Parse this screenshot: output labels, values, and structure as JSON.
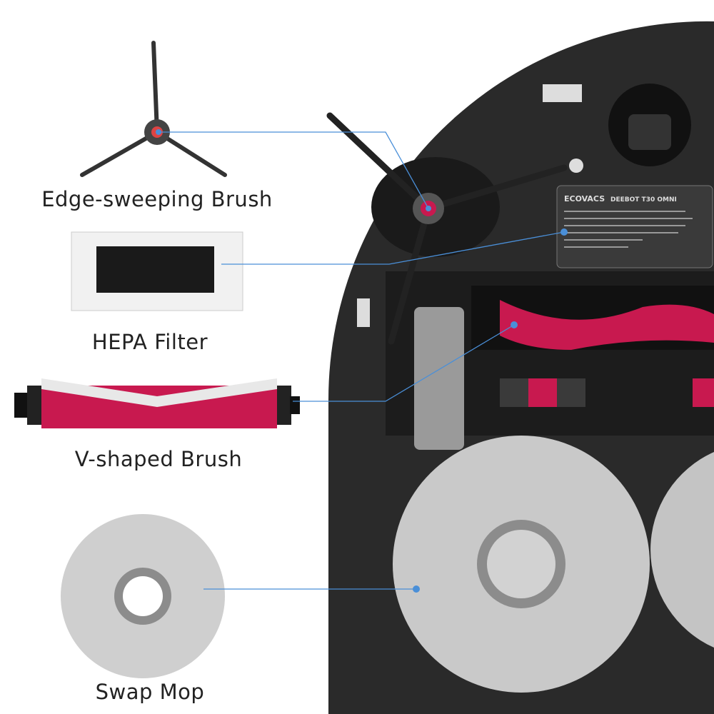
{
  "parts": [
    {
      "label": "Edge-sweeping Brush"
    },
    {
      "label": "HEPA Filter"
    },
    {
      "label": "V-shaped Brush"
    },
    {
      "label": "Swap Mop"
    }
  ],
  "robot_label": {
    "brand": "ECOVACS",
    "model": "DEEBOT T30 OMNI"
  },
  "colors": {
    "accent": "#c8194f",
    "leader_line": "#4a8fd8",
    "robot_body": "#2b2b2b"
  }
}
